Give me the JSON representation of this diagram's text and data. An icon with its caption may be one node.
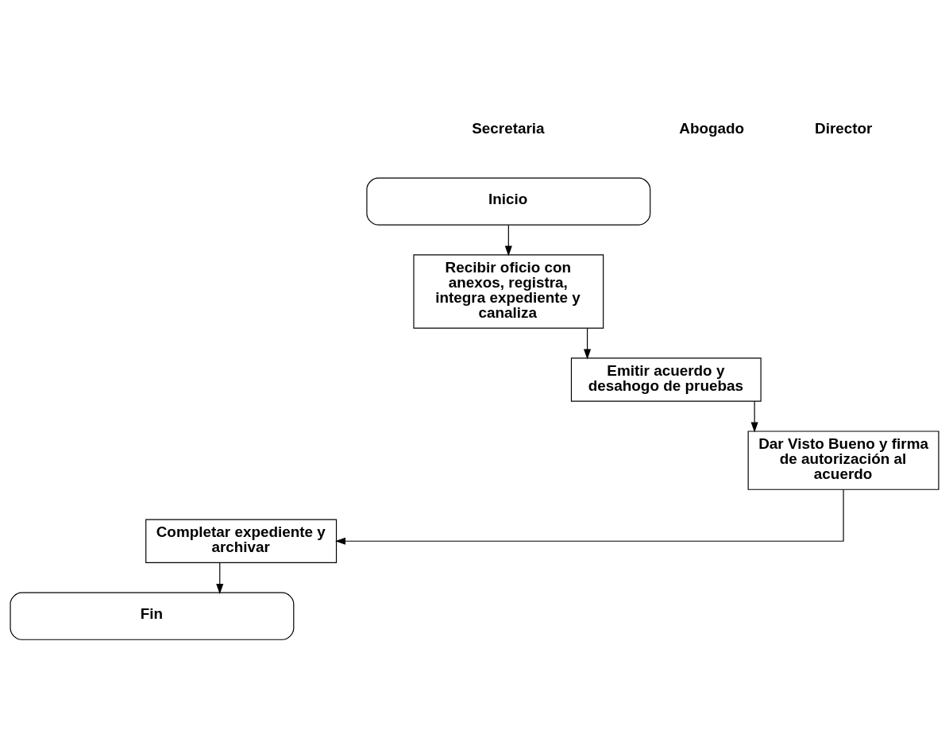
{
  "diagram": {
    "nodes": [
      {
        "text": [
          "Inicio"
        ]
      },
      {
        "text": [
          "Recibir oficio con anexos, registra, integra expediente y canaliza"
        ]
      },
      {
        "text": [
          "Emitir acuerdo y desahogo de pruebas"
        ]
      },
      {
        "text": [
          "Dar Visto Bueno y firma de autorización al acuerdo"
        ]
      },
      {
        "text": [
          "Completar expediente y archivar"
        ]
      },
      {
        "text": [
          "Fin"
        ]
      }
    ],
    "edges": [
      {
        "from": 0,
        "to": 1,
        "arrow": "to"
      },
      {
        "from": 1,
        "to": 2,
        "arrow": "to"
      },
      {
        "from": 2,
        "to": 3,
        "arrow": "to"
      },
      {
        "from": 3,
        "to": 4,
        "arrow": "to"
      },
      {
        "from": 4,
        "to": 5,
        "arrow": "to"
      }
    ],
    "labels": [
      "Secretaria",
      "Abogado",
      "Director"
    ]
  }
}
